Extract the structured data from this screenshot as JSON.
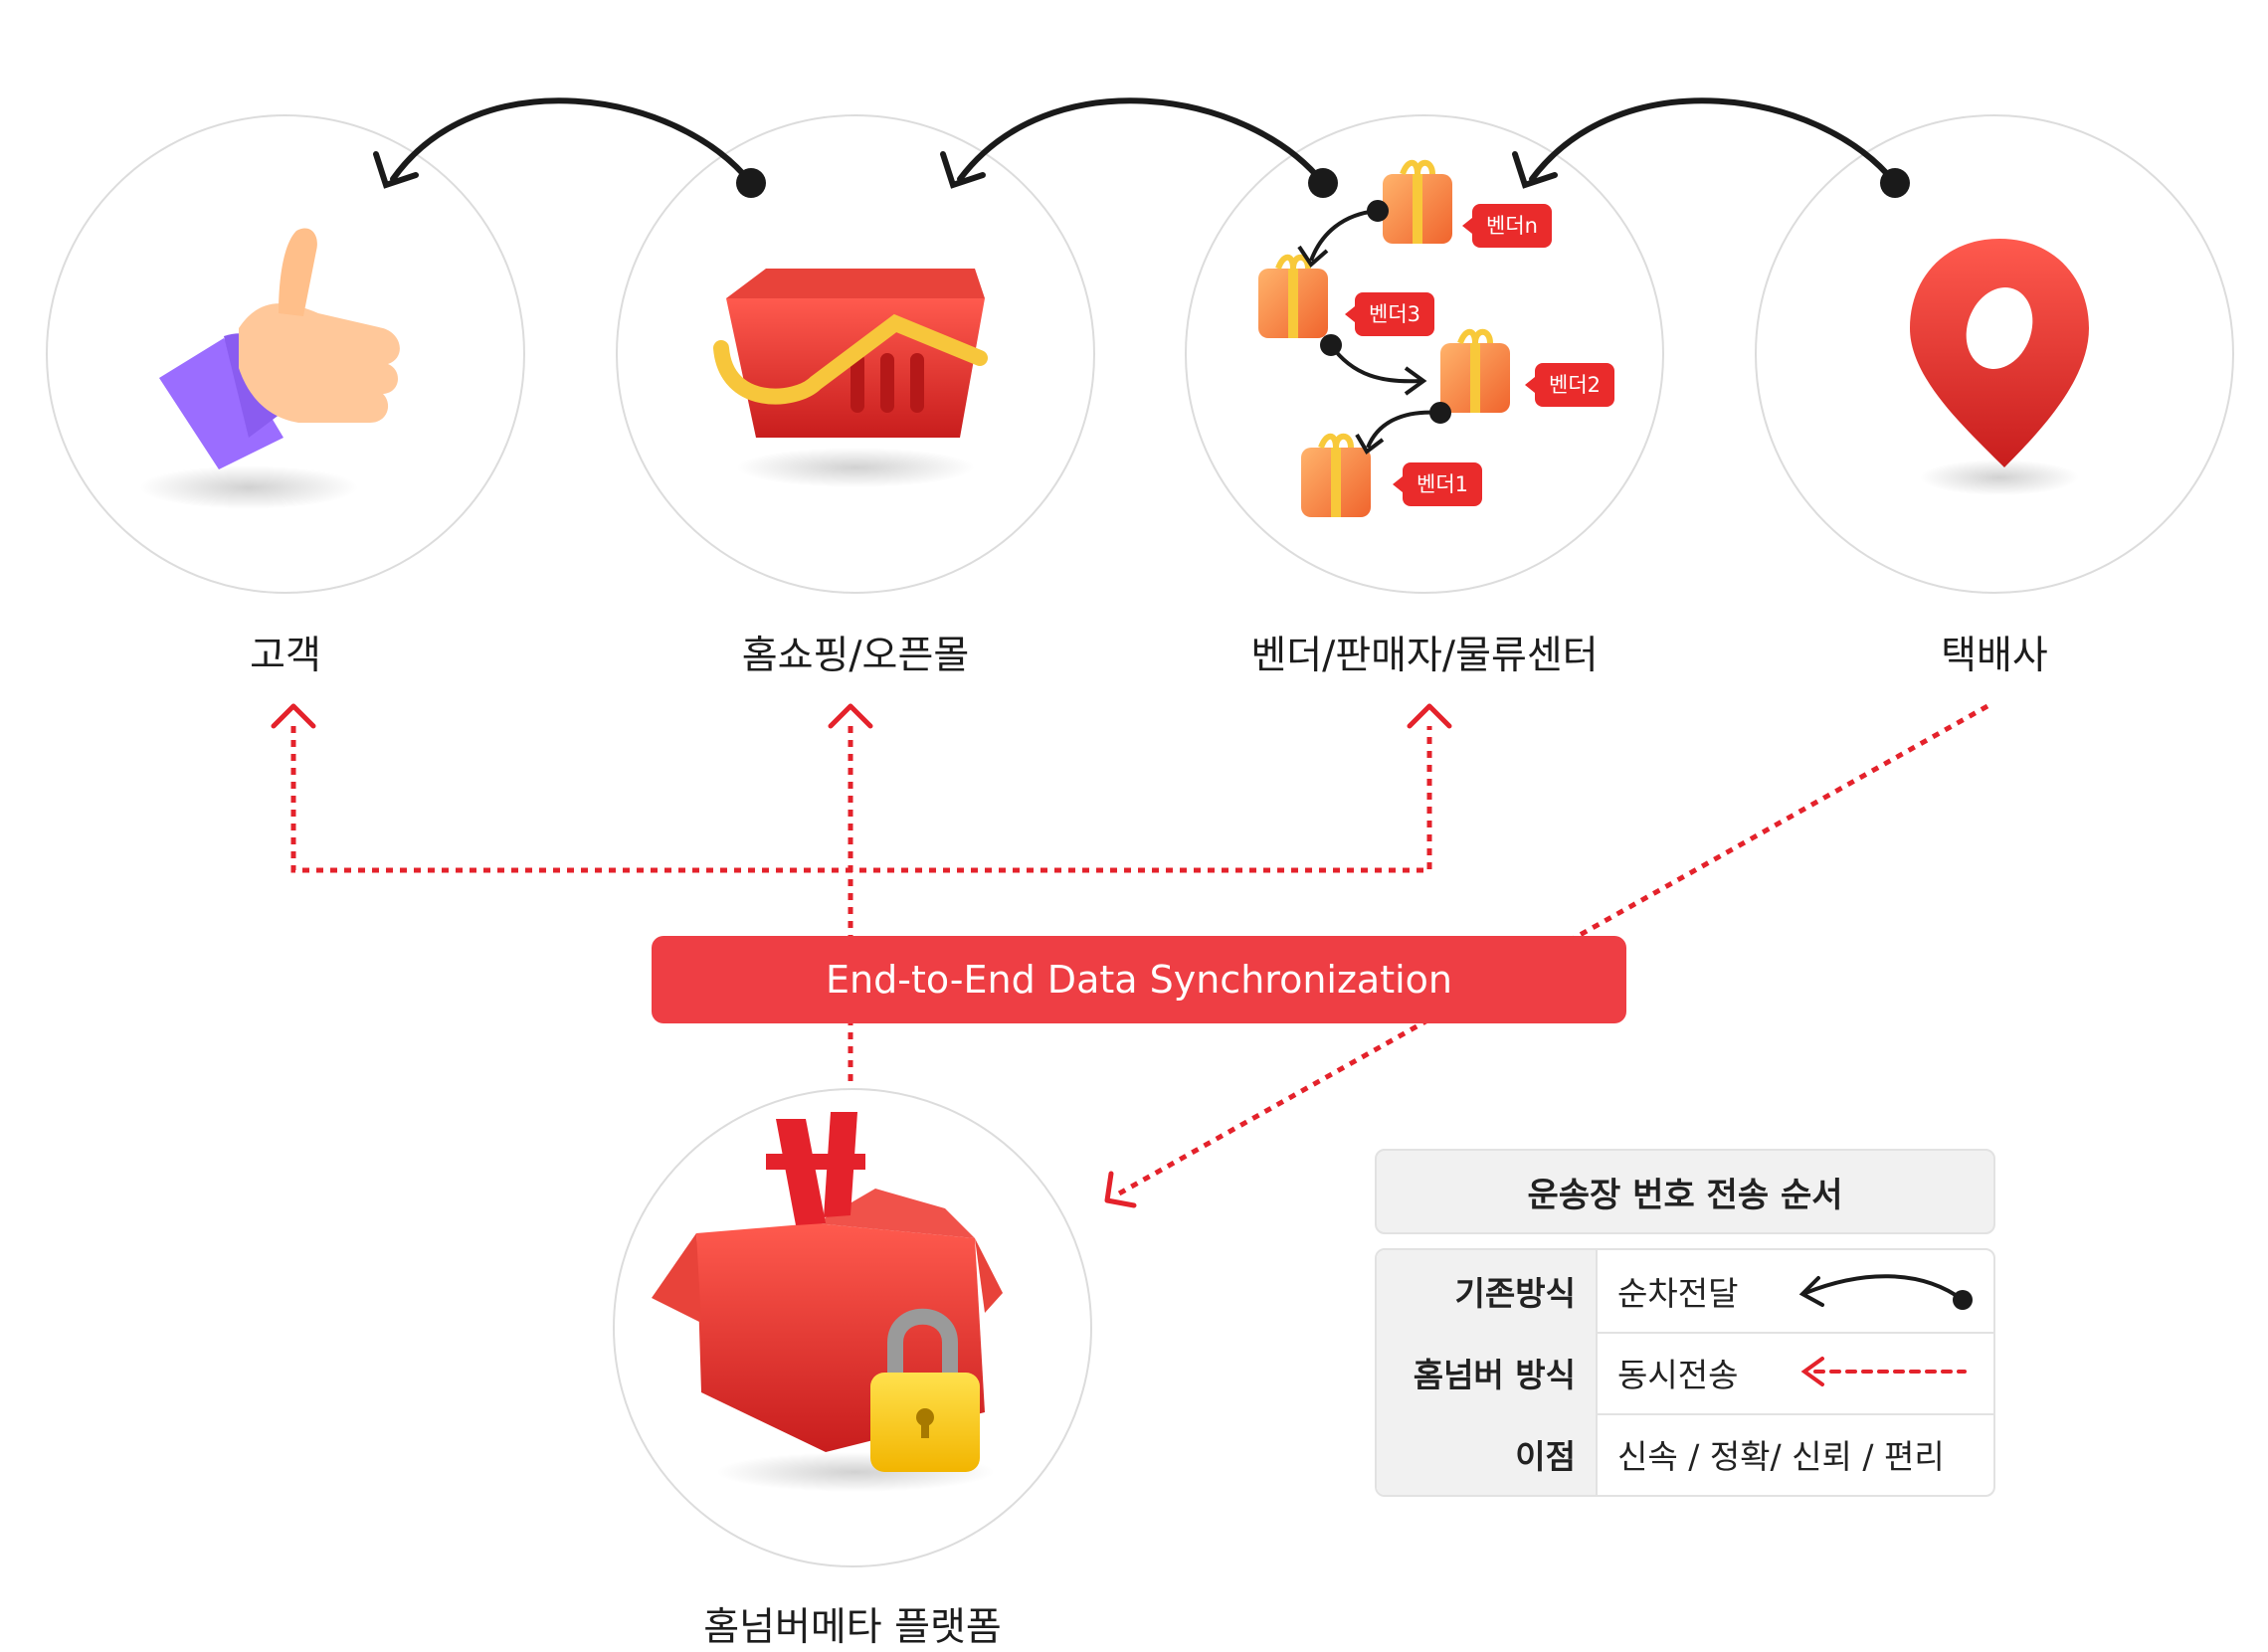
{
  "nodes": {
    "customer": "고객",
    "homeshopping": "홈쇼핑/오픈몰",
    "vendor": "벤더/판매자/물류센터",
    "courier": "택배사",
    "platform": "홈넘버메타 플랫폼"
  },
  "vendors": [
    "벤더n",
    "벤더3",
    "벤더2",
    "벤더1"
  ],
  "sync_label": "End-to-End Data Synchronization",
  "legend": {
    "title": "운송장 번호 전송 순서",
    "rows": [
      {
        "key": "기존방식",
        "value": "순차전달"
      },
      {
        "key": "홈넘버 방식",
        "value": "동시전송"
      },
      {
        "key": "이점",
        "value": "신속 / 정확/ 신뢰 / 편리"
      }
    ]
  },
  "colors": {
    "accent_red": "#ee3e44",
    "dotted_red": "#e4222b",
    "arrow_black": "#1a1a1a",
    "circle_outline": "#dcdcdc"
  },
  "icons": [
    "thumbs-up-icon",
    "shopping-basket-icon",
    "gift-box-icon",
    "location-pin-icon",
    "open-box-lock-icon"
  ]
}
